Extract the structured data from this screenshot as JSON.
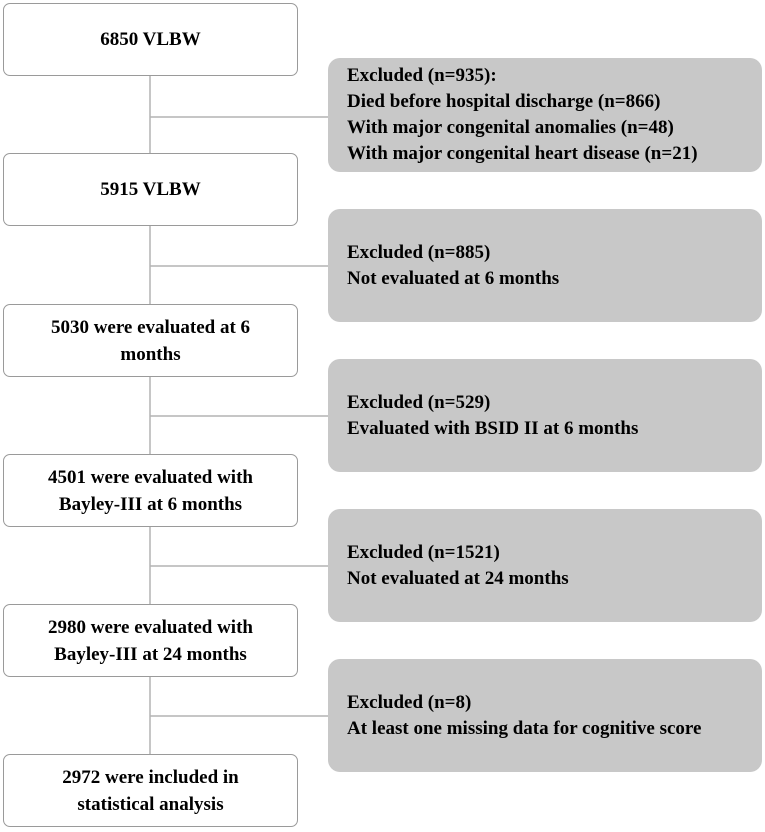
{
  "flowchart": {
    "stages": [
      {
        "id": "s1",
        "text": "6850 VLBW"
      },
      {
        "id": "s2",
        "text": "5915 VLBW"
      },
      {
        "id": "s3",
        "text": "5030 were evaluated at 6\nmonths"
      },
      {
        "id": "s4",
        "text": "4501 were evaluated with\nBayley-III at 6 months"
      },
      {
        "id": "s5",
        "text": "2980 were evaluated with\nBayley-III at 24 months"
      },
      {
        "id": "s6",
        "text": "2972 were included in\nstatistical analysis"
      }
    ],
    "exclusions": [
      {
        "id": "e1",
        "lines": [
          "Excluded (n=935):",
          "Died before hospital discharge (n=866)",
          "With major congenital anomalies (n=48)",
          "With major congenital heart disease (n=21)"
        ]
      },
      {
        "id": "e2",
        "lines": [
          "Excluded (n=885)",
          "Not evaluated at 6 months"
        ]
      },
      {
        "id": "e3",
        "lines": [
          "Excluded (n=529)",
          "Evaluated with BSID II at 6 months"
        ]
      },
      {
        "id": "e4",
        "lines": [
          "Excluded (n=1521)",
          "Not evaluated at 24 months"
        ]
      },
      {
        "id": "e5",
        "lines": [
          "Excluded (n=8)",
          "At least one missing data for cognitive score"
        ]
      }
    ],
    "colors": {
      "stage_border": "#9a9a9a",
      "exclusion_fill": "#c8c8c8",
      "connector": "#b3b3b3",
      "text": "#000000"
    }
  }
}
